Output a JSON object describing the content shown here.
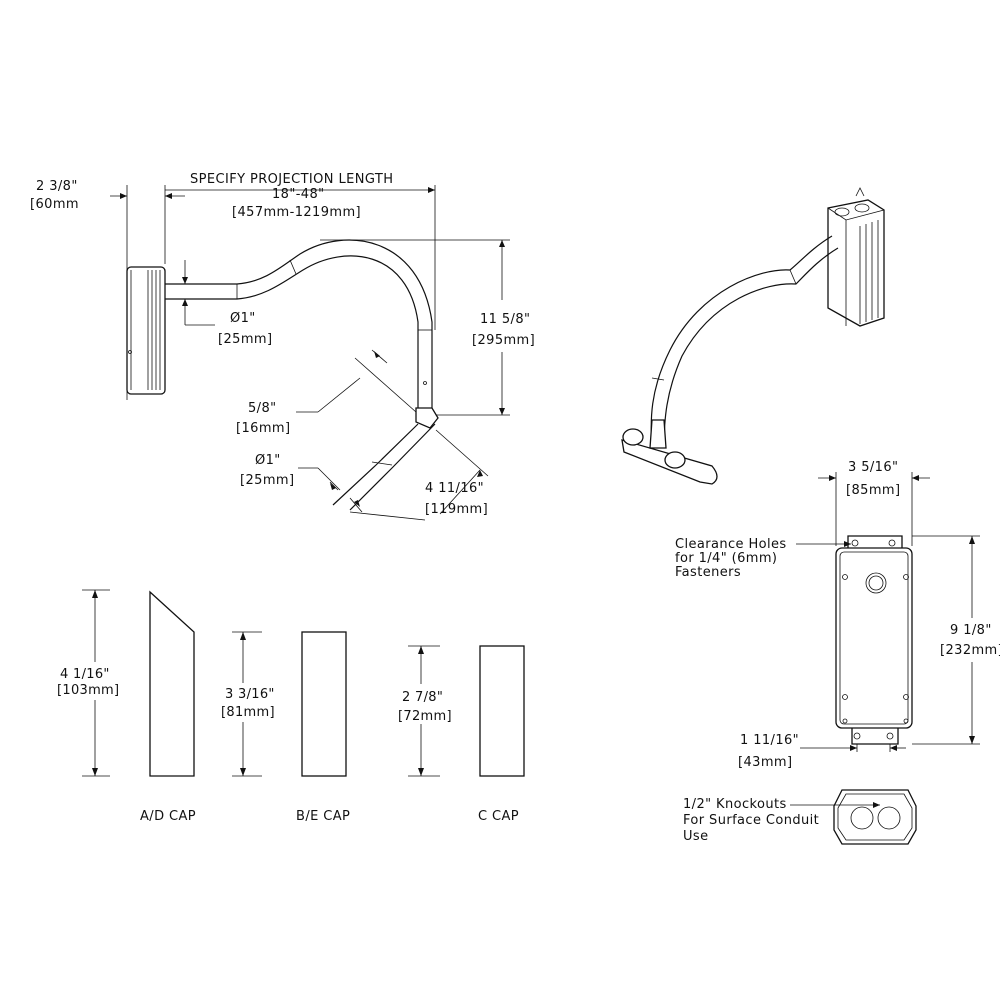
{
  "side_view": {
    "projection_title": "SPECIFY PROJECTION LENGTH",
    "projection_range": "18\"-48\"",
    "projection_range_metric": "[457mm-1219mm]",
    "box_depth": "2 3/8\"",
    "box_depth_metric": "[60mm",
    "tube_diameter": "Ø1\"",
    "tube_diameter_metric": "[25mm]",
    "drop_height": "11 5/8\"",
    "drop_height_metric": "[295mm]",
    "knuckle": "5/8\"",
    "knuckle_metric": "[16mm]",
    "shade_tube_diameter": "Ø1\"",
    "shade_tube_diameter_metric": "[25mm]",
    "shade_length": "4 11/16\"",
    "shade_length_metric": "[119mm]"
  },
  "caps": [
    {
      "name": "A/D CAP",
      "dim": "4 1/16\"",
      "dim_metric": "[103mm]"
    },
    {
      "name": "B/E CAP",
      "dim": "3 3/16\"",
      "dim_metric": "[81mm]"
    },
    {
      "name": "C CAP",
      "dim": "2 7/8\"",
      "dim_metric": "[72mm]"
    }
  ],
  "backplate": {
    "width": "3 5/16\"",
    "width_metric": "[85mm]",
    "height": "9 1/8\"",
    "height_metric": "[232mm]",
    "hole_spacing": "1 11/16\"",
    "hole_spacing_metric": "[43mm]",
    "clearance_note": [
      "Clearance Holes",
      "for 1/4\" (6mm)",
      "Fasteners"
    ],
    "knockout_note": [
      "1/2\" Knockouts",
      "For Surface Conduit",
      "Use"
    ]
  }
}
